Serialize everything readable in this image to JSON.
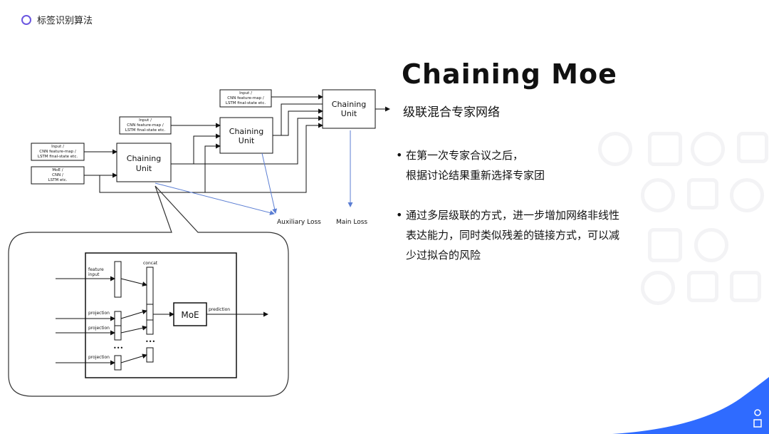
{
  "header": {
    "title": "标签识别算法"
  },
  "title": "Chaining Moe",
  "subtitle": "级联混合专家网络",
  "bullets": [
    {
      "lines": [
        "在第一次专家合议之后，",
        "根据讨论结果重新选择专家团"
      ]
    },
    {
      "lines": [
        "通过多层级联的方式，进一步增加网络非线性",
        "表达能力，同时类似残差的链接方式，可以减",
        "少过拟合的风险"
      ]
    }
  ],
  "diagram": {
    "unit_label_1": "Chaining",
    "unit_label_2": "Unit",
    "input_line1": "Input /",
    "input_line2": "CNN feature-map /",
    "input_line3": "LSTM final-state etc.",
    "moe_line1": "MoE /",
    "moe_line2": "CNN /",
    "moe_line3": "LSTM etc.",
    "aux_loss": "Auxiliary Loss",
    "main_loss": "Main Loss"
  },
  "detail": {
    "feature_input_1": "feature",
    "feature_input_2": "input",
    "concat": "concat",
    "projection": "projection",
    "ellipsis": "•••",
    "moe": "MoE",
    "prediction": "prediction"
  },
  "colors": {
    "accent_purple": "#6b57e0",
    "corner_blue": "#2f6bff",
    "loss_arrow": "#5b7ed3"
  }
}
